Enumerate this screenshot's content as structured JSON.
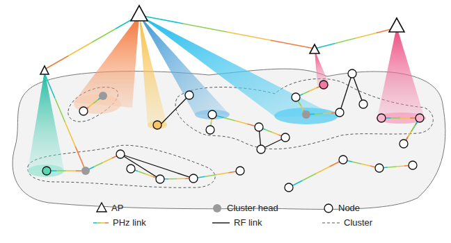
{
  "diagram": {
    "legend": [
      {
        "text": "AP"
      },
      {
        "text": "Cluster head"
      },
      {
        "text": "Node"
      },
      {
        "text": "PHz link"
      },
      {
        "text": "RF link"
      },
      {
        "text": "Cluster"
      }
    ]
  }
}
